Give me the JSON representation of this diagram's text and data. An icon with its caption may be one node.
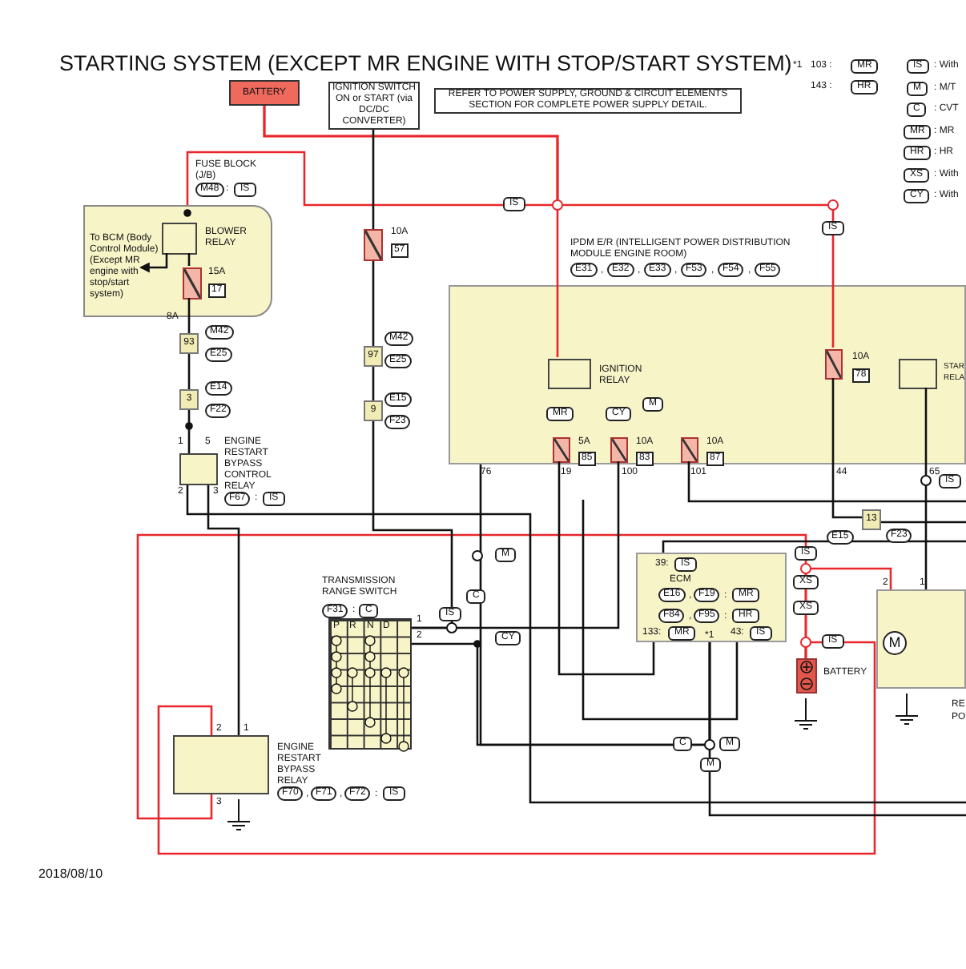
{
  "diagram": {
    "title": "STARTING SYSTEM (EXCEPT MR ENGINE WITH STOP/START SYSTEM)",
    "nodes": [
      {
        "text": [
          "BATTERY"
        ]
      },
      {
        "text": [
          "IGNITION SWITCH ON or START (via DC/DC CONVERTER)"
        ]
      },
      {
        "text": [
          "REFER TO POWER SUPPLY, GROUND & CIRCUIT ELEMENTS SECTION FOR COMPLETE POWER SUPPLY DETAIL."
        ]
      },
      {
        "text": [
          "FUSE BLOCK (J/B)",
          "M48",
          ":",
          "IS",
          "To BCM (Body Control Module) (Except MR engine with stop/start system)"
        ]
      },
      {
        "text": [
          "BLOWER RELAY"
        ],
        "in": 3
      },
      {
        "text": [
          "15A",
          "17"
        ],
        "in": 3
      },
      {
        "text": [
          "93"
        ],
        "beside": [
          "M42",
          "E25"
        ]
      },
      {
        "text": [
          "3"
        ],
        "beside": [
          "E14",
          "F22"
        ]
      },
      {
        "text": [
          "ENGINE RESTART BYPASS CONTROL RELAY",
          "F67",
          ":",
          "IS"
        ]
      },
      {
        "text": [
          "10A",
          "57"
        ]
      },
      {
        "text": [
          "97"
        ],
        "beside": [
          "M42",
          "E25"
        ]
      },
      {
        "text": [
          "9"
        ],
        "beside": [
          "E15",
          "F23"
        ]
      },
      {
        "text": [
          "IPDM E/R (INTELLIGENT POWER DISTRIBUTION MODULE ENGINE ROOM)",
          "E31",
          ",",
          "E32",
          ",",
          "E33",
          ",",
          "F53",
          ",",
          "F54",
          ",",
          "F55"
        ]
      },
      {
        "text": [
          "IGNITION RELAY"
        ],
        "in": 12
      },
      {
        "text": [
          "5A",
          "85"
        ],
        "in": 12
      },
      {
        "text": [
          "10A",
          "83"
        ],
        "in": 12
      },
      {
        "text": [
          "10A",
          "87"
        ],
        "in": 12
      },
      {
        "text": [
          "10A",
          "78"
        ],
        "in": 12
      },
      {
        "text": [
          "STAR RELA"
        ],
        "in": 12
      },
      {
        "text": [
          "13"
        ],
        "beside": [
          "E15",
          "F23"
        ]
      },
      {
        "text": [
          "TRANSMISSION RANGE SWITCH",
          "F31",
          ":",
          "C",
          "P",
          "R",
          "N",
          "D"
        ]
      },
      {
        "text": [
          "39:",
          "IS",
          "ECM",
          "E16",
          ",",
          "F19",
          ":",
          "MR",
          "F84",
          ",",
          "F95",
          ":",
          "HR",
          "133:",
          "MR",
          "*1",
          "43:",
          "IS"
        ]
      },
      {
        "text": [
          "BATTERY"
        ]
      },
      {
        "text": [
          "M"
        ]
      },
      {
        "text": [
          "ENGINE RESTART BYPASS RELAY",
          "F70",
          ",",
          "F71",
          ",",
          "F72",
          ":",
          "IS"
        ]
      }
    ],
    "edges": [
      {
        "from": 0,
        "to": 13,
        "arrow": "none",
        "color": "#e8262b"
      },
      {
        "from": 0,
        "to": 3,
        "arrow": "none",
        "color": "#e8262b"
      },
      {
        "from": 0,
        "to": 17,
        "arrow": "none",
        "color": "#e8262b"
      },
      {
        "from": 4,
        "to": 5,
        "arrow": "none"
      },
      {
        "from": 5,
        "to": 6,
        "arrow": "none"
      },
      {
        "from": 6,
        "to": 7,
        "arrow": "none"
      },
      {
        "from": 7,
        "to": 8,
        "arrow": "none"
      },
      {
        "from": 1,
        "to": 9,
        "arrow": "none"
      },
      {
        "from": 9,
        "to": 10,
        "arrow": "none"
      },
      {
        "from": 10,
        "to": 11,
        "arrow": "none"
      },
      {
        "from": 17,
        "to": 19,
        "arrow": "none"
      },
      {
        "from": 22,
        "to": 23,
        "arrow": "none",
        "color": "#e8262b"
      },
      {
        "from": 22,
        "to": 24,
        "arrow": "none",
        "color": "#e8262b"
      },
      {
        "from": 22,
        "to": 24,
        "arrow": "none",
        "color": "#e8262b"
      },
      {
        "from": 8,
        "to": 24,
        "arrow": "none"
      },
      {
        "from": 15,
        "to": 20,
        "arrow": "none"
      },
      {
        "from": 14,
        "to": 21,
        "arrow": "none"
      },
      {
        "from": 12,
        "to": 21,
        "arrow": "none"
      },
      {
        "from": 20,
        "to": 21,
        "arrow": "none"
      },
      {
        "from": 16,
        "to": null,
        "arrow": "none"
      },
      {
        "from": 19,
        "to": null,
        "arrow": "none"
      },
      {
        "from": 11,
        "to": 20,
        "arrow": "none"
      },
      {
        "from": 8,
        "to": null,
        "arrow": "none"
      },
      {
        "from": 21,
        "to": null,
        "arrow": "none"
      },
      {
        "from": 21,
        "to": null,
        "arrow": "none"
      },
      {
        "from": 21,
        "to": null,
        "arrow": "none"
      },
      {
        "from": 18,
        "to": 23,
        "arrow": "none"
      },
      {
        "from": 4,
        "to": 3,
        "arrow": "to"
      }
    ],
    "labels": [
      "*1",
      "103 :",
      "MR",
      "143 :",
      "HR",
      "IS",
      ": With",
      "M",
      ": M/T",
      "C",
      ": CVT",
      "MR",
      ": MR",
      "HR",
      ": HR",
      "XS",
      ": With",
      "CY",
      ": With",
      "IS",
      "IS",
      "8A",
      "1",
      "5",
      "2",
      "3",
      "MR",
      "CY",
      "M",
      "76",
      "19",
      "100",
      "101",
      "44",
      "65",
      "IS",
      "M",
      "C",
      "IS",
      "1",
      "2",
      "CY",
      "IS",
      "XS",
      "XS",
      "IS",
      "2",
      "1",
      "RE",
      "PO",
      "2",
      "1",
      "3",
      "C",
      "M",
      "M",
      "2018/08/10"
    ]
  }
}
